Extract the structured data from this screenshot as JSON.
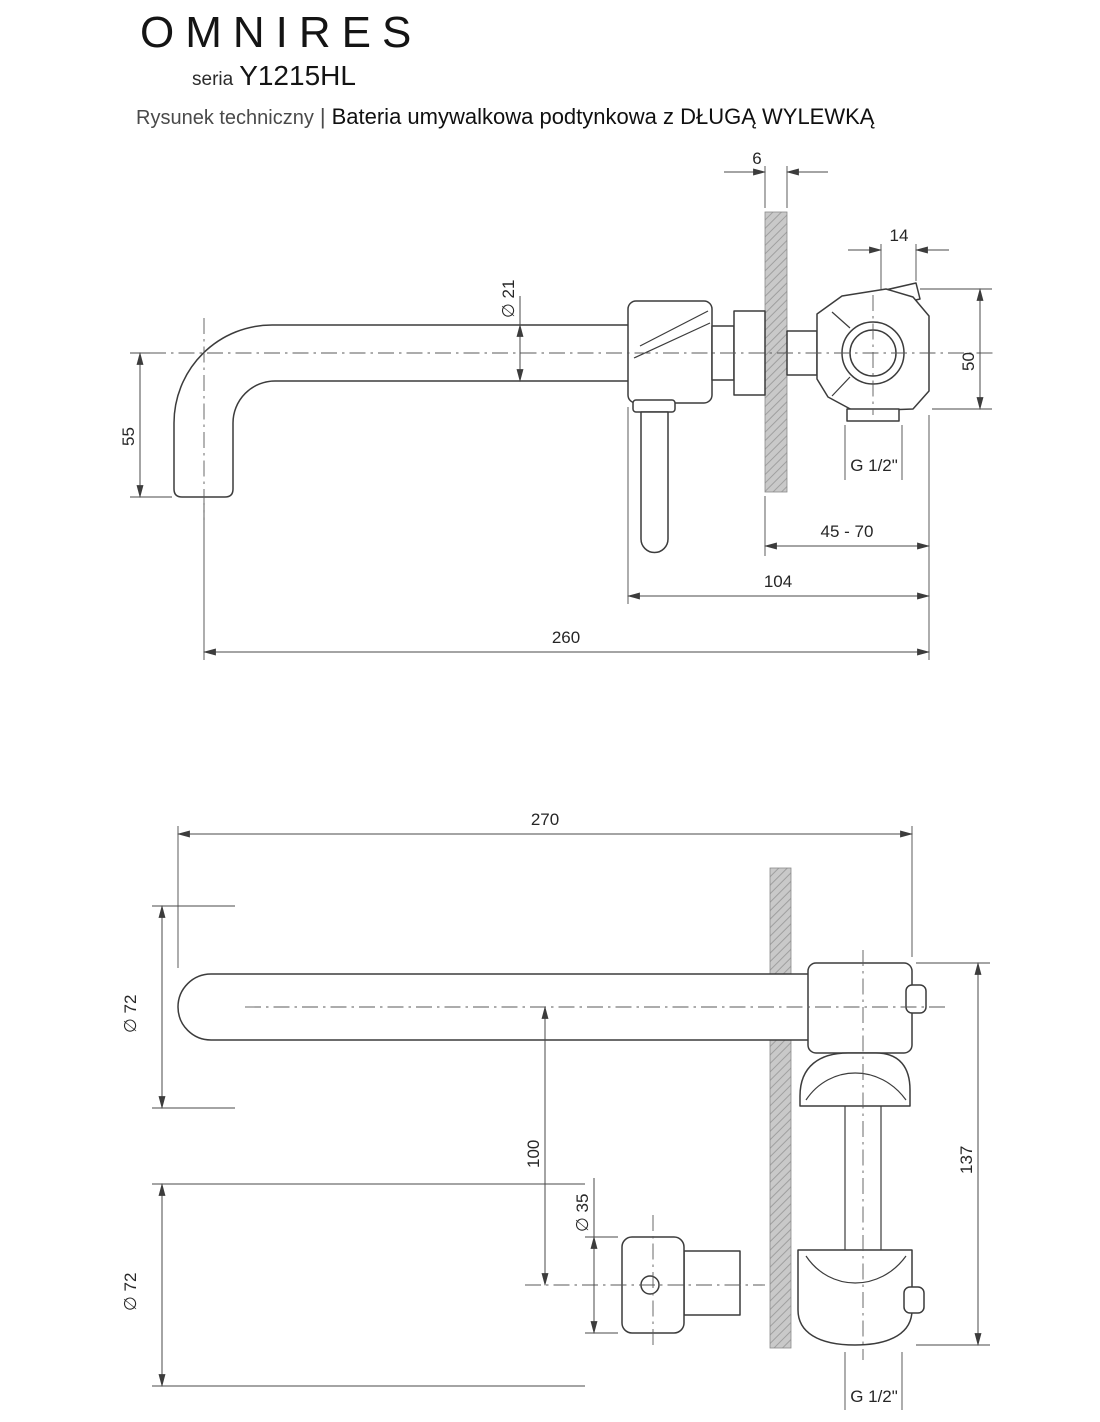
{
  "header": {
    "brand": "OMNIRES",
    "series_prefix": "seria",
    "series_code": "Y1215HL",
    "doc_type": "Rysunek techniczny",
    "separator": "|",
    "product_title": "Bateria umywalkowa podtynkowa z DŁUGĄ WYLEWKĄ"
  },
  "side_view": {
    "dims": {
      "plate_thickness": "6",
      "handle_hub_width": "14",
      "spout_tube_diameter": "∅ 21",
      "spout_drop_height": "55",
      "valve_body_height": "50",
      "inlet_thread": "G 1/2\"",
      "wall_depth_range": "45 - 70",
      "body_to_wall_length": "104",
      "spout_total_length": "260"
    }
  },
  "front_view": {
    "dims": {
      "spout_total_length": "270",
      "spout_rosette_diameter": "∅ 72",
      "spout_to_handle_distance": "100",
      "handle_diameter": "∅ 35",
      "handle_rosette_diameter": "∅ 72",
      "valve_total_height": "137",
      "inlet_thread": "G 1/2\""
    }
  }
}
